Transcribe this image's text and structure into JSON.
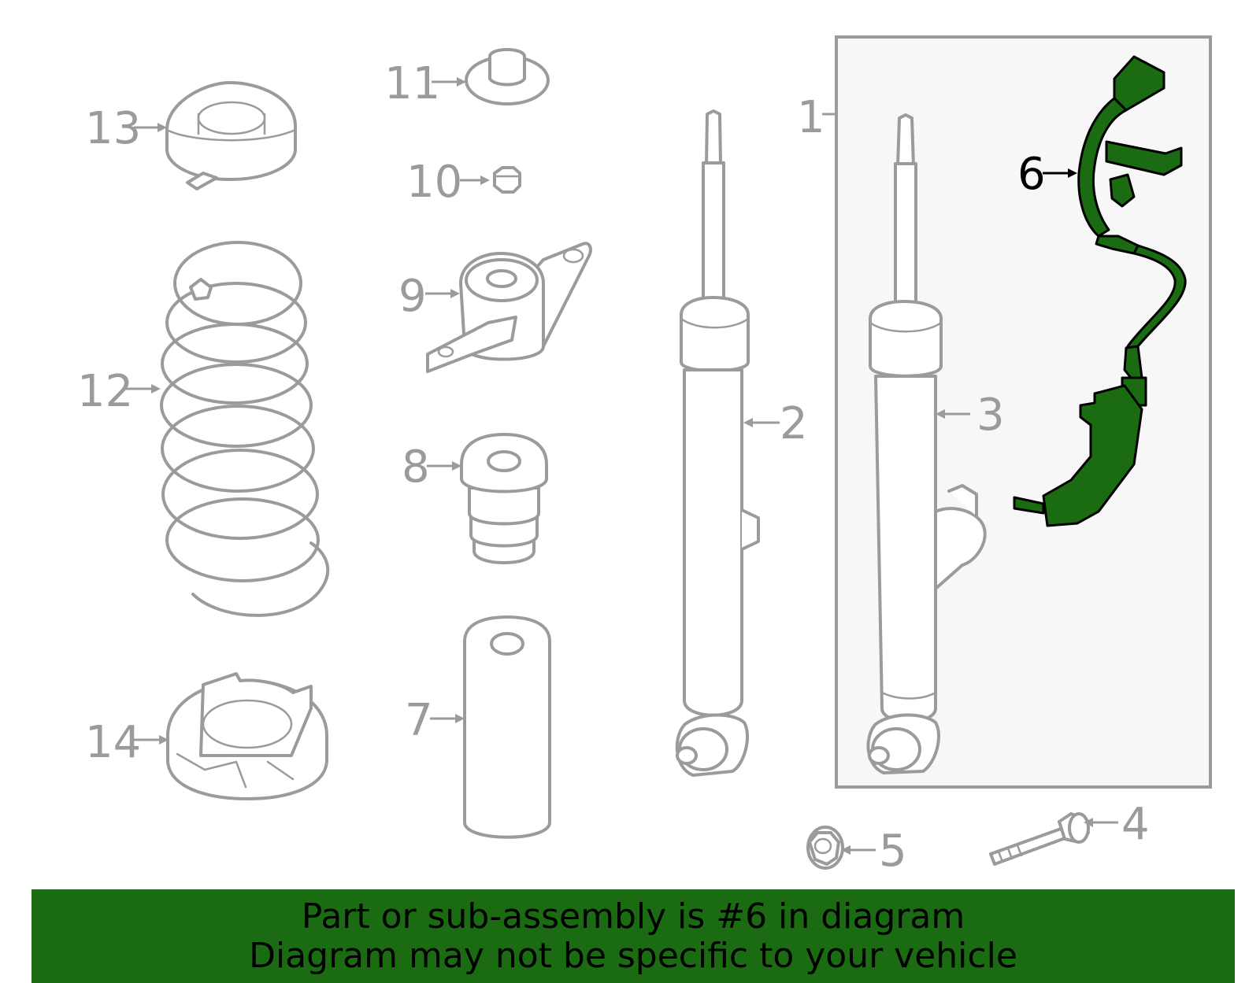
{
  "diagram": {
    "callouts": {
      "c1": "1",
      "c2": "2",
      "c3": "3",
      "c4": "4",
      "c5": "5",
      "c6": "6",
      "c7": "7",
      "c8": "8",
      "c9": "9",
      "c10": "10",
      "c11": "11",
      "c12": "12",
      "c13": "13",
      "c14": "14"
    },
    "highlight_color": "#1a6b12",
    "line_color": "#9b9b9b",
    "highlighted_part": "6"
  },
  "banner": {
    "line1": "Part or sub-assembly is #6 in diagram",
    "line2": "Diagram may not be specific to your vehicle"
  }
}
